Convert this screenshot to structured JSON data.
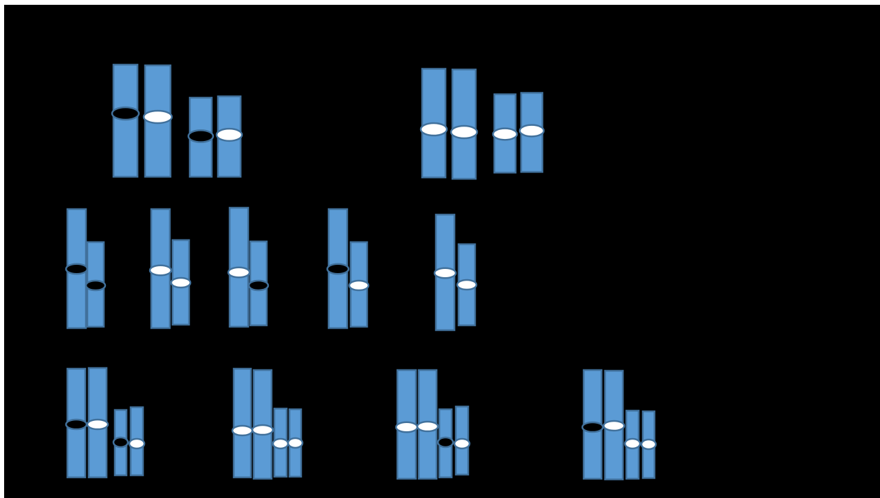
{
  "colors": {
    "background": "#000000",
    "chromosome_fill": "#5b9bd5",
    "chromosome_stroke": "#41719c",
    "centromere_dark": "#000000",
    "centromere_light": "#ffffff"
  },
  "groups": [
    {
      "id": "top-left",
      "chromosomes": [
        {
          "size": "long",
          "centromere": "dark"
        },
        {
          "size": "long",
          "centromere": "light"
        },
        {
          "size": "short",
          "centromere": "dark"
        },
        {
          "size": "short",
          "centromere": "light"
        }
      ]
    },
    {
      "id": "top-right",
      "chromosomes": [
        {
          "size": "long",
          "centromere": "light"
        },
        {
          "size": "long",
          "centromere": "light"
        },
        {
          "size": "short",
          "centromere": "light"
        },
        {
          "size": "short",
          "centromere": "light"
        }
      ]
    },
    {
      "id": "middle-1",
      "chromosomes": [
        {
          "size": "long",
          "centromere": "dark"
        },
        {
          "size": "short",
          "centromere": "dark"
        }
      ]
    },
    {
      "id": "middle-2",
      "chromosomes": [
        {
          "size": "long",
          "centromere": "light"
        },
        {
          "size": "short",
          "centromere": "light"
        }
      ]
    },
    {
      "id": "middle-3",
      "chromosomes": [
        {
          "size": "long",
          "centromere": "light"
        },
        {
          "size": "short",
          "centromere": "dark"
        }
      ]
    },
    {
      "id": "middle-4",
      "chromosomes": [
        {
          "size": "long",
          "centromere": "dark"
        },
        {
          "size": "short",
          "centromere": "light"
        }
      ]
    },
    {
      "id": "middle-5",
      "chromosomes": [
        {
          "size": "long",
          "centromere": "light"
        },
        {
          "size": "short",
          "centromere": "light"
        }
      ]
    },
    {
      "id": "bottom-1",
      "chromosomes": [
        {
          "size": "long",
          "centromere": "dark"
        },
        {
          "size": "long",
          "centromere": "light"
        },
        {
          "size": "short",
          "centromere": "dark"
        },
        {
          "size": "short",
          "centromere": "light"
        }
      ]
    },
    {
      "id": "bottom-2",
      "chromosomes": [
        {
          "size": "long",
          "centromere": "light"
        },
        {
          "size": "long",
          "centromere": "light"
        },
        {
          "size": "short",
          "centromere": "light"
        },
        {
          "size": "short",
          "centromere": "light"
        }
      ]
    },
    {
      "id": "bottom-3",
      "chromosomes": [
        {
          "size": "long",
          "centromere": "light"
        },
        {
          "size": "long",
          "centromere": "light"
        },
        {
          "size": "short",
          "centromere": "dark"
        },
        {
          "size": "short",
          "centromere": "light"
        }
      ]
    },
    {
      "id": "bottom-4",
      "chromosomes": [
        {
          "size": "long",
          "centromere": "dark"
        },
        {
          "size": "long",
          "centromere": "light"
        },
        {
          "size": "short",
          "centromere": "light"
        },
        {
          "size": "short",
          "centromere": "light"
        }
      ]
    }
  ]
}
